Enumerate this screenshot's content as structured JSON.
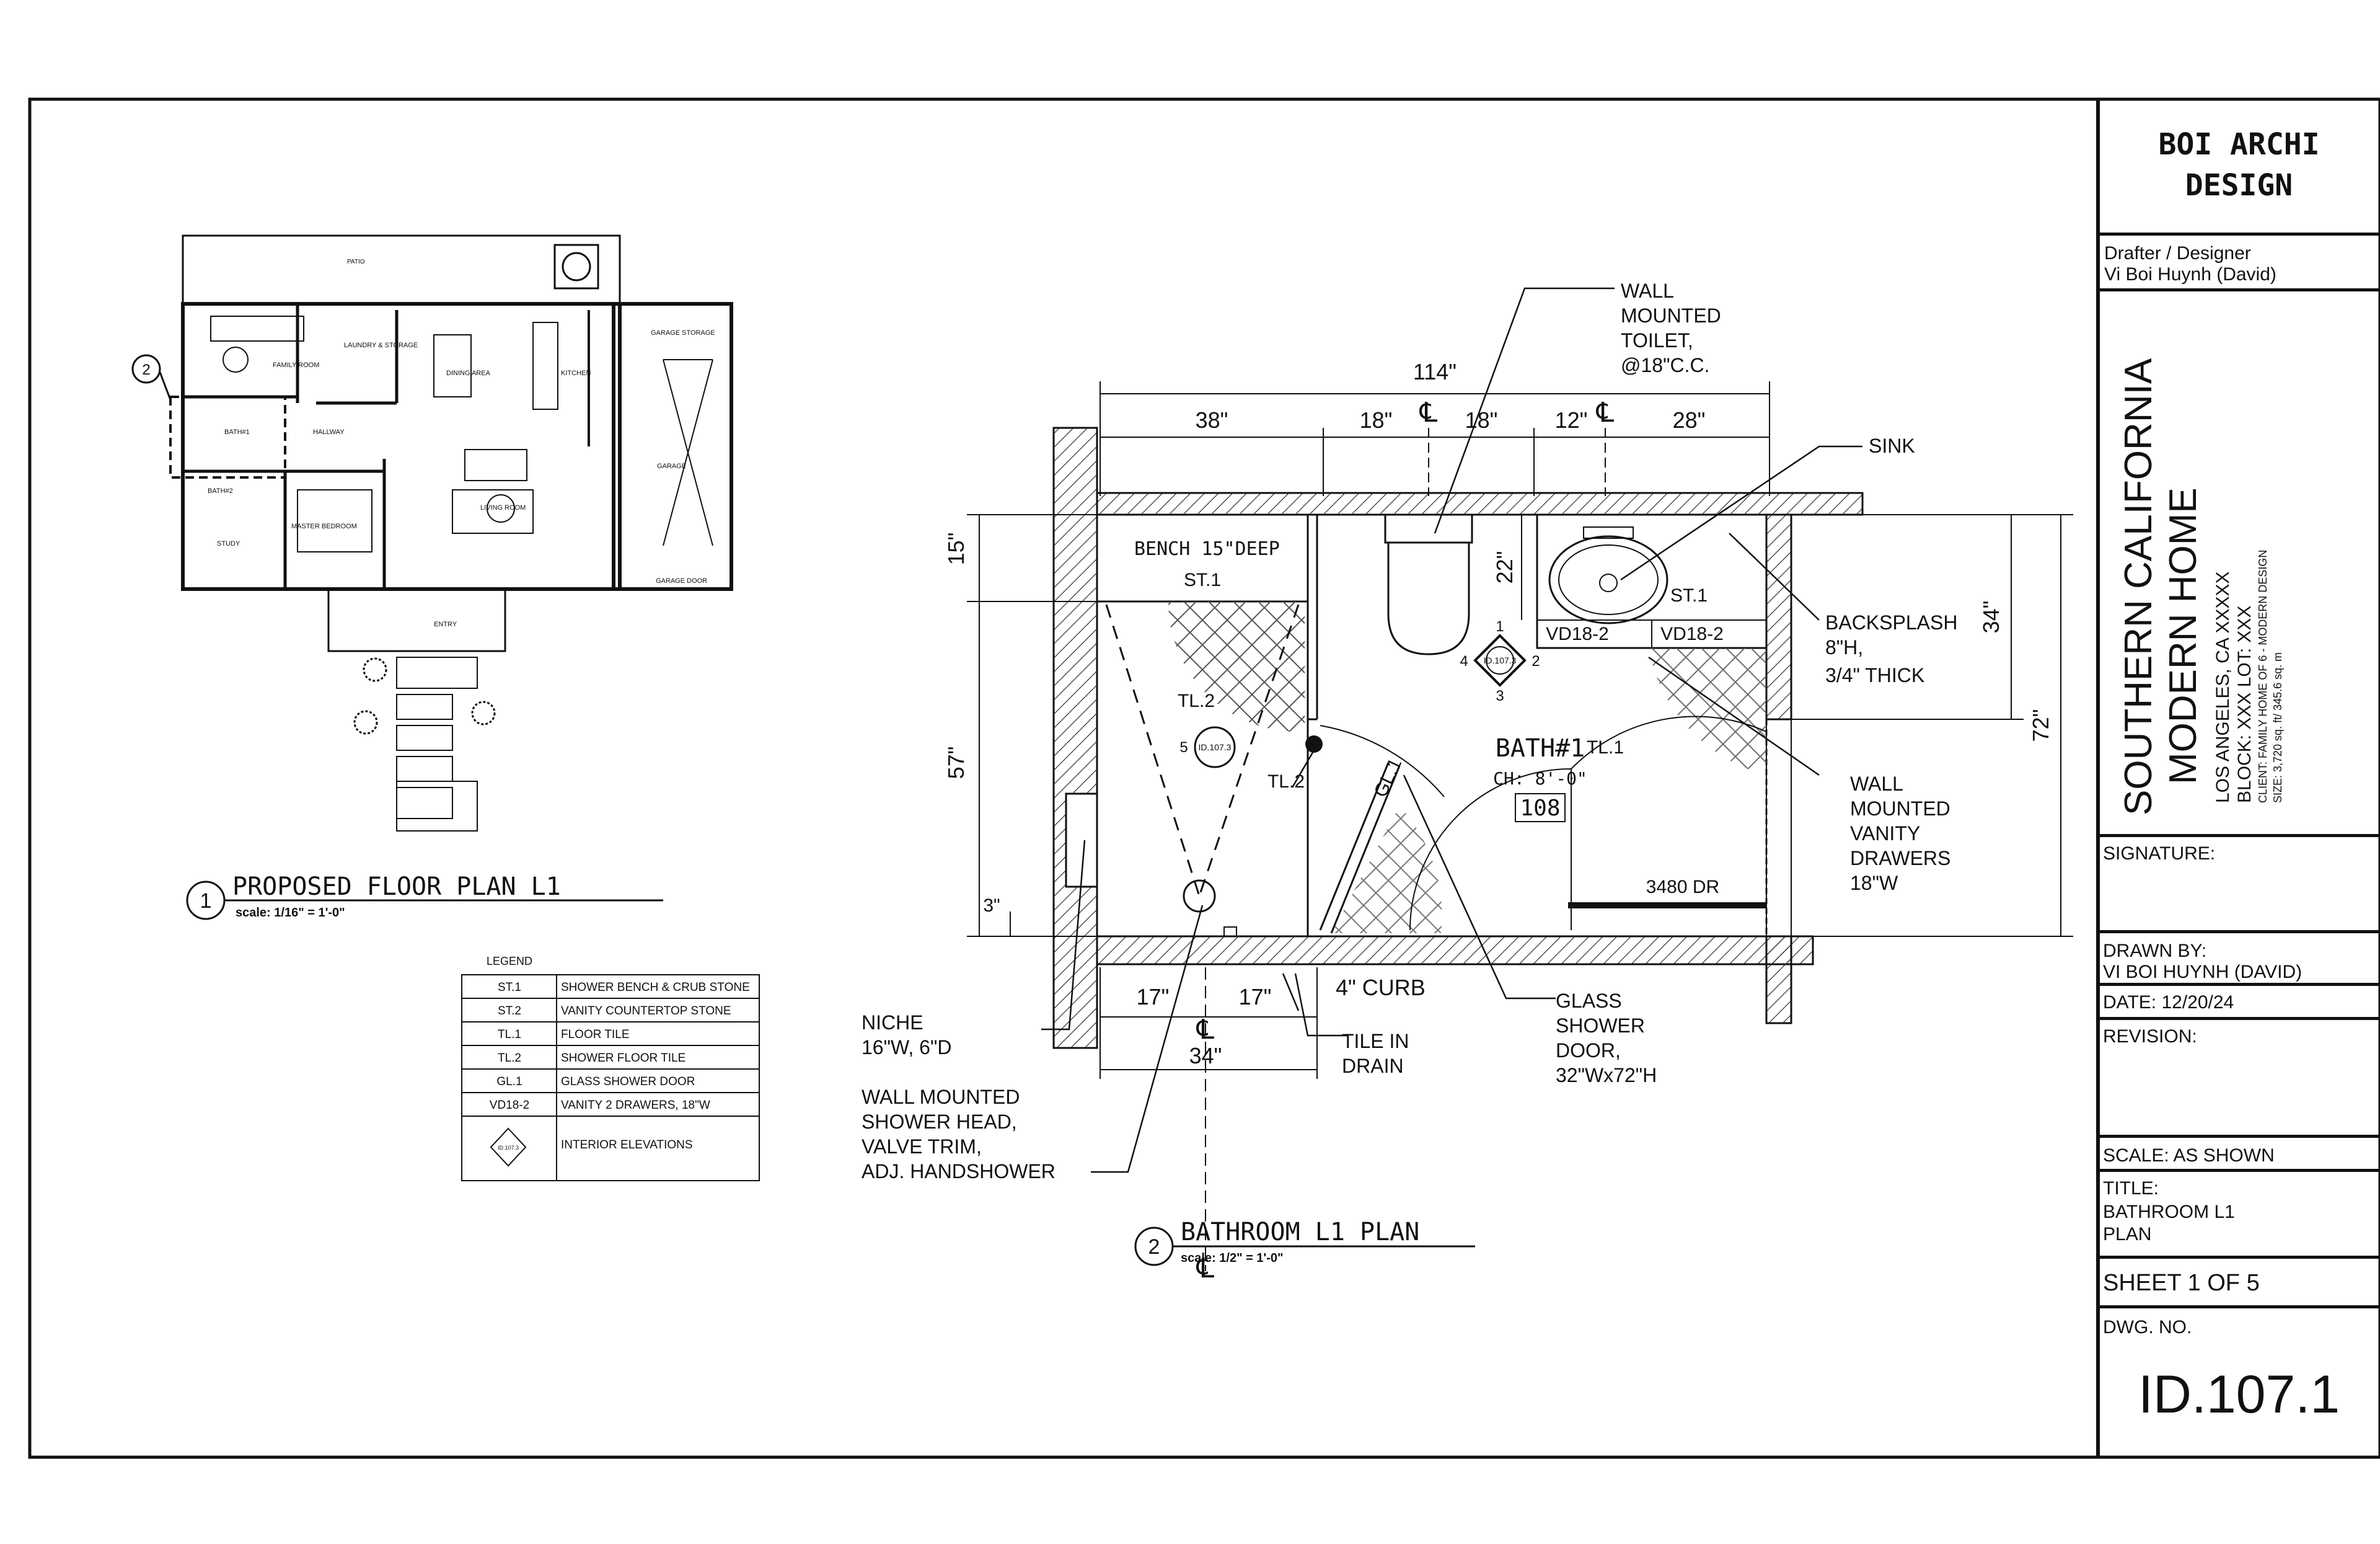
{
  "firm": {
    "line1": "BOI ARCHI",
    "line2": "DESIGN"
  },
  "drafter": {
    "role": "Drafter / Designer",
    "name": "Vi Boi Huynh (David)"
  },
  "project": {
    "title1": "SOUTHERN CALIFORNIA",
    "title2": "MODERN HOME",
    "city": "LOS ANGELES, CA XXXXX",
    "block_lot": "BLOCK: XXX        LOT: XXX",
    "client": "CLIENT: FAMILY HOME OF 6 - MODERN DESIGN",
    "size": "SIZE: 3,720 sq. ft/ 345.6 sq. m"
  },
  "signature_label": "SIGNATURE:",
  "drawn_by": {
    "label": "DRAWN BY:",
    "value": "VI BOI HUYNH (DAVID)"
  },
  "date": "DATE: 12/20/24",
  "revision": "REVISION:",
  "scale": "SCALE: AS SHOWN",
  "sheet_title": {
    "label": "TITLE:",
    "line1": "BATHROOM L1",
    "line2": "PLAN"
  },
  "sheet_no": "SHEET 1 OF 5",
  "dwg_label": "DWG. NO.",
  "dwg_no": "ID.107.1",
  "plan1": {
    "num": "1",
    "title": "PROPOSED FLOOR PLAN L1",
    "scale": "scale: 1/16\" = 1'-0\"",
    "callout": "2",
    "rooms": {
      "patio": "PATIO",
      "family": "FAMILY ROOM",
      "laundry": "LAUNDRY & STORAGE",
      "dining": "DINING AREA",
      "kitchen": "KITCHEN",
      "garage_storage": "GARAGE STORAGE",
      "hallway": "HALLWAY",
      "bath": "BATH#1",
      "garage": "GARAGE",
      "master": "MASTER BEDROOM",
      "living": "LIVING ROOM",
      "study": "STUDY",
      "bath2": "BATH#2",
      "entry": "ENTRY",
      "garage_door": "GARAGE DOOR"
    }
  },
  "legend": {
    "title": "LEGEND",
    "rows": [
      {
        "code": "ST.1",
        "desc": "SHOWER BENCH & CRUB STONE"
      },
      {
        "code": "ST.2",
        "desc": "VANITY COUNTERTOP STONE"
      },
      {
        "code": "TL.1",
        "desc": "FLOOR TILE"
      },
      {
        "code": "TL.2",
        "desc": "SHOWER FLOOR TILE"
      },
      {
        "code": "GL.1",
        "desc": "GLASS SHOWER DOOR"
      },
      {
        "code": "VD18-2",
        "desc": "VANITY 2 DRAWERS, 18\"W"
      }
    ],
    "elev_desc": "INTERIOR ELEVATIONS",
    "elev_tag": "ID.107.3"
  },
  "plan2": {
    "num": "2",
    "title": "BATHROOM L1 PLAN",
    "scale": "scale: 1/2\" = 1'-0\"",
    "dims": {
      "overall": "114\"",
      "d38": "38\"",
      "d18a": "18\"",
      "d18b": "18\"",
      "d12": "12\"",
      "d28": "28\"",
      "d15": "15\"",
      "d57": "57\"",
      "d3": "3\"",
      "d22": "22\"",
      "d34v": "34\"",
      "d72": "72\"",
      "d17a": "17\"",
      "d17b": "17\"",
      "d34h": "34\"",
      "cl": "℄"
    },
    "notes": {
      "toilet": [
        "WALL",
        "MOUNTED",
        "TOILET,",
        "@18\"C.C."
      ],
      "sink": "SINK",
      "backsplash": [
        "BACKSPLASH",
        "8\"H,",
        "3/4\" THICK"
      ],
      "vanity": [
        "WALL",
        "MOUNTED",
        "VANITY",
        "DRAWERS",
        "18\"W"
      ],
      "niche": [
        "NICHE",
        "16\"W, 6\"D"
      ],
      "shower_head": [
        "WALL MOUNTED",
        "SHOWER HEAD,",
        "VALVE TRIM,",
        "ADJ. HANDSHOWER"
      ],
      "curb": "4\" CURB",
      "drain": [
        "TILE IN",
        "DRAIN"
      ],
      "glass_door": [
        "GLASS",
        "SHOWER",
        "DOOR,",
        "32\"Wx72\"H"
      ]
    },
    "tags": {
      "bench": "BENCH 15\"DEEP",
      "st1a": "ST.1",
      "st1b": "ST.1",
      "tl2a": "TL.2",
      "tl2b": "TL.2",
      "tl1": "TL.1",
      "gl1": "GL.1",
      "vd_a": "VD18-2",
      "vd_b": "VD18-2",
      "room": "BATH#1",
      "ceiling": "CH: 8'-0\"",
      "room_no": "108",
      "door": "3480 DR",
      "elev_a": "ID.107.3",
      "elev_b": "ID.107.3",
      "e1": "1",
      "e2": "2",
      "e3": "3",
      "e4": "4",
      "e5": "5"
    }
  }
}
